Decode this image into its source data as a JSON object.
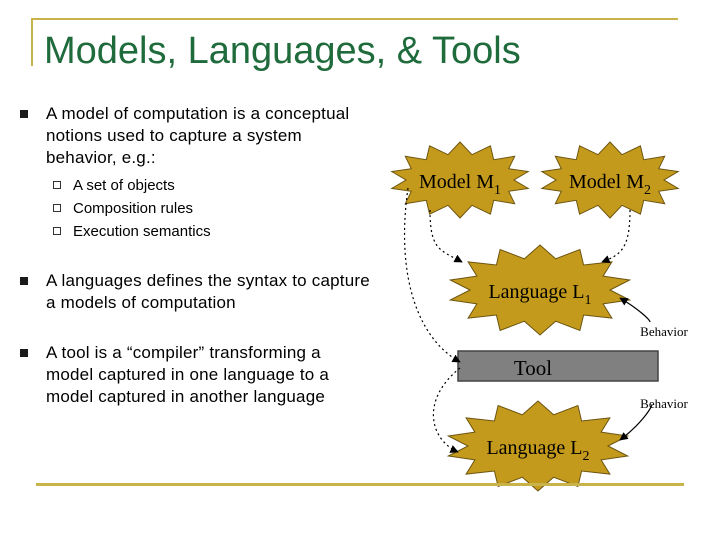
{
  "title": "Models, Languages, & Tools",
  "bullets": [
    {
      "text": "A model of computation is a conceptual notions used to capture a system behavior, e.g.:",
      "sub": [
        "A set of objects",
        "Composition rules",
        "Execution semantics"
      ]
    },
    {
      "text": "A languages defines the syntax to capture a models of computation"
    },
    {
      "text": "A tool is a “compiler” transforming a model captured in one language to a model captured in another language"
    }
  ],
  "diagram": {
    "model1": {
      "text": "Model M",
      "sub": "1"
    },
    "model2": {
      "text": "Model M",
      "sub": "2"
    },
    "language1": {
      "text": "Language L",
      "sub": "1"
    },
    "tool": "Tool",
    "language2": {
      "text": "Language L",
      "sub": "2"
    },
    "behavior_top": "Behavior",
    "behavior_bottom": "Behavior"
  },
  "colors": {
    "title": "#1f6b3c",
    "rules": "#c8b24a",
    "star_fill": "#c49a1c",
    "tool_fill": "#808080"
  }
}
